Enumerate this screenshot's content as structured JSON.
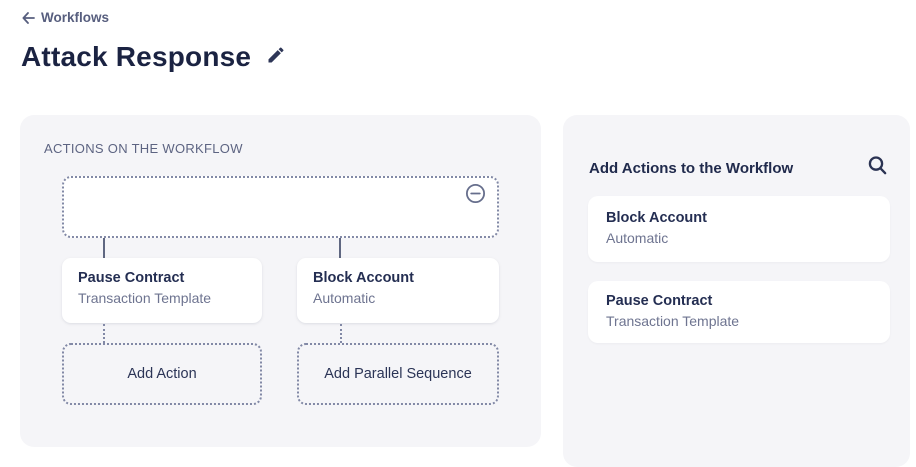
{
  "header": {
    "back_label": "Workflows",
    "title": "Attack Response"
  },
  "workflow_panel": {
    "label": "ACTIONS ON THE WORKFLOW",
    "nodes": [
      {
        "title": "Pause Contract",
        "subtitle": "Transaction Template"
      },
      {
        "title": "Block Account",
        "subtitle": "Automatic"
      }
    ],
    "add_action_label": "Add Action",
    "add_parallel_label": "Add Parallel Sequence"
  },
  "actions_panel": {
    "title": "Add Actions to the Workflow",
    "items": [
      {
        "title": "Block Account",
        "subtitle": "Automatic"
      },
      {
        "title": "Pause Contract",
        "subtitle": "Transaction Template"
      }
    ]
  },
  "icons": {
    "back_arrow": "left-arrow",
    "edit": "pencil",
    "remove_node": "minus-circle",
    "search": "magnifier"
  },
  "colors": {
    "page_bg": "#ffffff",
    "panel_bg": "#f5f5f8",
    "card_bg": "#ffffff",
    "title_text": "#1b2342",
    "primary_text": "#242e52",
    "secondary_text": "#6e7490",
    "label_text": "#5d6482",
    "dotted_border": "#8289a6",
    "connector": "#5f6781",
    "icon_navy": "#2e3657"
  }
}
